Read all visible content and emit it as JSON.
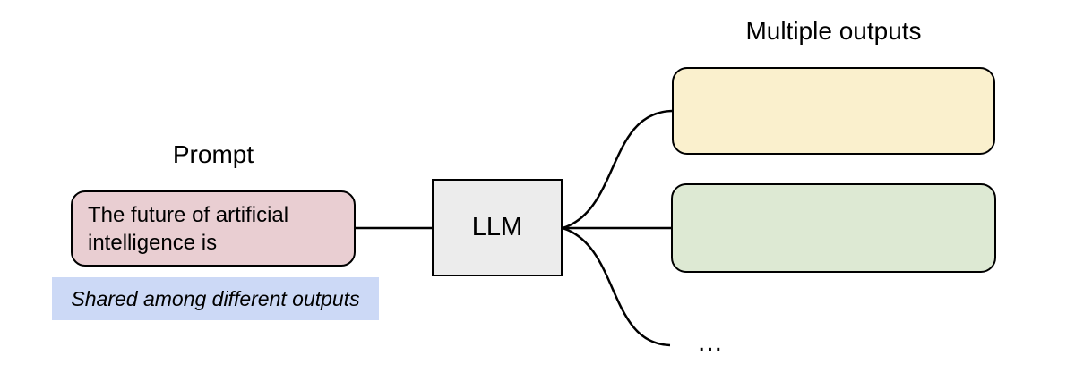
{
  "diagram": {
    "prompt_label": "Prompt",
    "prompt_text": "The future of artificial intelligence is",
    "shared_note": "Shared among different outputs",
    "llm_label": "LLM",
    "outputs_label": "Multiple outputs",
    "ellipsis": "...",
    "colors": {
      "prompt_fill": "#e9ced2",
      "note_fill": "#ccd9f6",
      "llm_fill": "#ececec",
      "output1_fill": "#faf0cd",
      "output2_fill": "#dde9d3",
      "stroke": "#000000",
      "background": "#ffffff"
    }
  }
}
